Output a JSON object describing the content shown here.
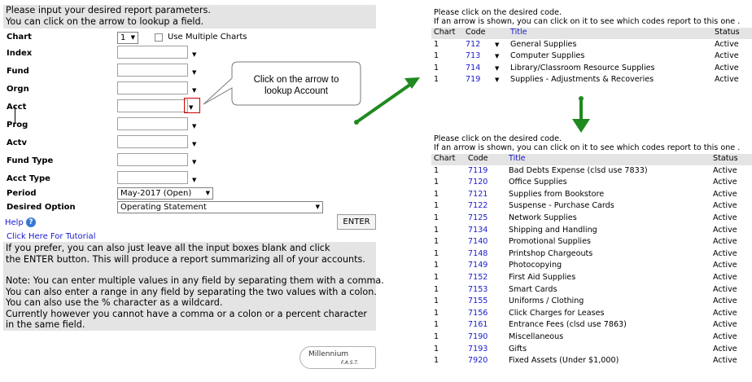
{
  "params": {
    "intro_line1": "Please input your desired report parameters.",
    "intro_line2": "You can click on the arrow to lookup a field.",
    "fields": {
      "chart": "Chart",
      "index": "Index",
      "fund": "Fund",
      "orgn": "Orgn",
      "acct": "Acct",
      "prog": "Prog",
      "actv": "Actv",
      "fund_type": "Fund Type",
      "acct_type": "Acct Type",
      "period": "Period",
      "desired_option": "Desired Option"
    },
    "chart_value": "1",
    "multi_charts_label": "Use Multiple Charts",
    "period_value": "May-2017 (Open)",
    "option_value": "Operating Statement",
    "enter_label": "ENTER",
    "help_label": "Help",
    "tutorial_label": "Click Here For Tutorial"
  },
  "info": {
    "p1_line1": "If you prefer, you can also just leave all the input boxes blank and click",
    "p1_line2": "the ENTER button. This will produce a report summarizing all of your accounts.",
    "n_line1": "Note: You can enter multiple values in any field by separating them with a comma.",
    "n_line2": "You can also enter a range in any field by separating the two values with a colon.",
    "n_line3": "You can also use the % character as a wildcard.",
    "n_line4": "Currently however you cannot have a comma or a colon or a percent character",
    "n_line5": "in the same field."
  },
  "callout": {
    "line1": "Click on the arrow to",
    "line2": "lookup Account"
  },
  "logo": {
    "name": "Millennium",
    "sub": "F.A.S.T."
  },
  "colors": {
    "link": "#1a1acc",
    "green_arrow": "#1f8a1f",
    "highlight_box": "#cc0000",
    "panel_gray": "#e4e4e4"
  },
  "top_table": {
    "intro1": "Please click on the desired code.",
    "intro2": "If an arrow is shown, you can click on it to see which codes report to this one .",
    "headers": {
      "chart": "Chart",
      "code": "Code",
      "title": "Title",
      "status": "Status"
    },
    "rows": [
      {
        "chart": "1",
        "code": "712",
        "title": "General Supplies",
        "status": "Active"
      },
      {
        "chart": "1",
        "code": "713",
        "title": "Computer Supplies",
        "status": "Active"
      },
      {
        "chart": "1",
        "code": "714",
        "title": "Library/Classroom Resource Supplies",
        "status": "Active"
      },
      {
        "chart": "1",
        "code": "719",
        "title": "Supplies - Adjustments & Recoveries",
        "status": "Active"
      }
    ]
  },
  "bottom_table": {
    "intro1": "Please click on the desired code.",
    "intro2": "If an arrow is shown, you can click on it to see which codes report to this one .",
    "headers": {
      "chart": "Chart",
      "code": "Code",
      "title": "Title",
      "status": "Status"
    },
    "rows": [
      {
        "chart": "1",
        "code": "7119",
        "title": "Bad Debts Expense (clsd use 7833)",
        "status": "Active"
      },
      {
        "chart": "1",
        "code": "7120",
        "title": "Office Supplies",
        "status": "Active"
      },
      {
        "chart": "1",
        "code": "7121",
        "title": "Supplies from Bookstore",
        "status": "Active"
      },
      {
        "chart": "1",
        "code": "7122",
        "title": "Suspense - Purchase Cards",
        "status": "Active"
      },
      {
        "chart": "1",
        "code": "7125",
        "title": "Network Supplies",
        "status": "Active"
      },
      {
        "chart": "1",
        "code": "7134",
        "title": "Shipping and Handling",
        "status": "Active"
      },
      {
        "chart": "1",
        "code": "7140",
        "title": "Promotional Supplies",
        "status": "Active"
      },
      {
        "chart": "1",
        "code": "7148",
        "title": "Printshop Chargeouts",
        "status": "Active"
      },
      {
        "chart": "1",
        "code": "7149",
        "title": "Photocopying",
        "status": "Active"
      },
      {
        "chart": "1",
        "code": "7152",
        "title": "First Aid Supplies",
        "status": "Active"
      },
      {
        "chart": "1",
        "code": "7153",
        "title": "Smart Cards",
        "status": "Active"
      },
      {
        "chart": "1",
        "code": "7155",
        "title": "Uniforms / Clothing",
        "status": "Active"
      },
      {
        "chart": "1",
        "code": "7156",
        "title": "Click Charges for Leases",
        "status": "Active"
      },
      {
        "chart": "1",
        "code": "7161",
        "title": "Entrance Fees (clsd use 7863)",
        "status": "Active"
      },
      {
        "chart": "1",
        "code": "7190",
        "title": "Miscellaneous",
        "status": "Active"
      },
      {
        "chart": "1",
        "code": "7193",
        "title": "Gifts",
        "status": "Active"
      },
      {
        "chart": "1",
        "code": "7920",
        "title": "Fixed Assets (Under $1,000)",
        "status": "Active"
      }
    ]
  }
}
